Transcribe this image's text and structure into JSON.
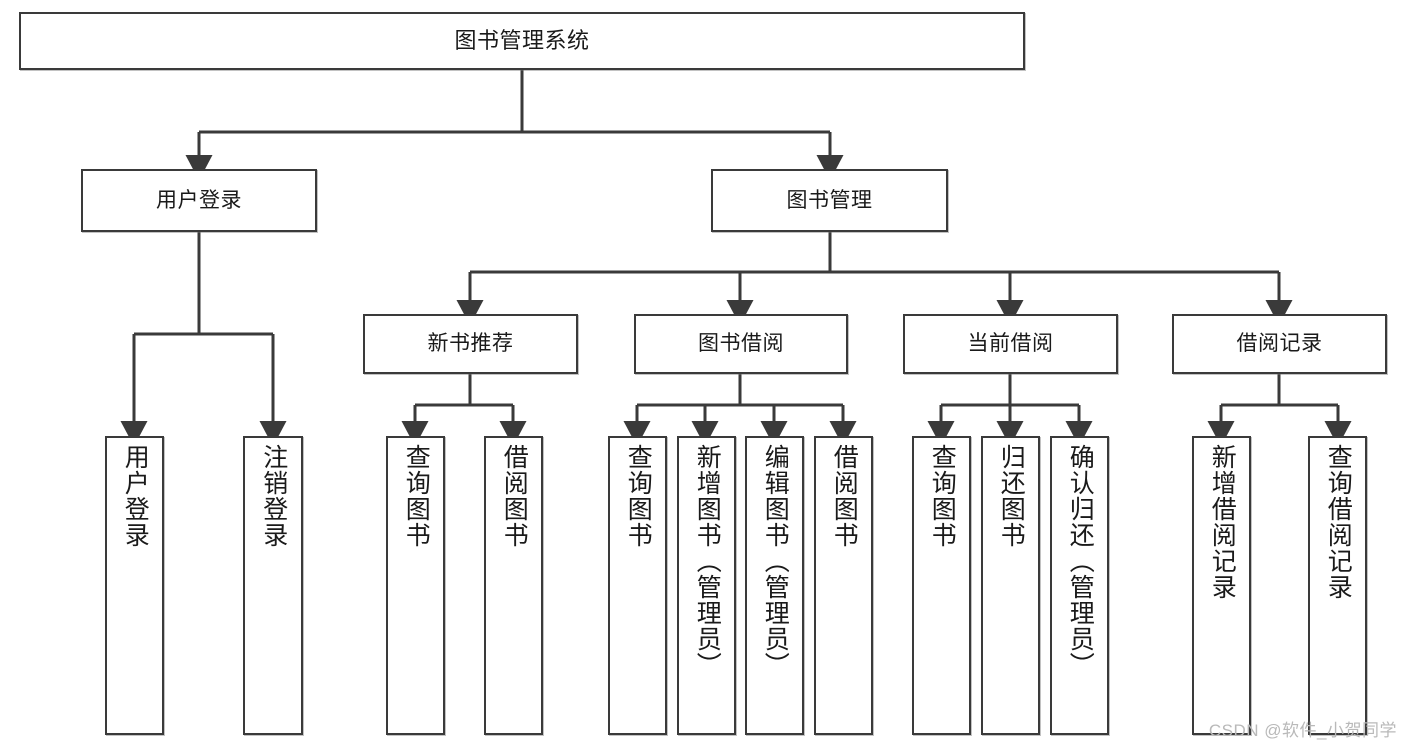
{
  "diagram": {
    "title": "图书管理系统",
    "type": "tree",
    "root": {
      "label": "图书管理系统"
    },
    "level2": [
      {
        "id": "user-login",
        "label": "用户登录"
      },
      {
        "id": "book-manage",
        "label": "图书管理"
      }
    ],
    "level3": [
      {
        "id": "new-book-recommend",
        "label": "新书推荐",
        "parent": "book-manage"
      },
      {
        "id": "book-borrow",
        "label": "图书借阅",
        "parent": "book-manage"
      },
      {
        "id": "current-borrow",
        "label": "当前借阅",
        "parent": "book-manage"
      },
      {
        "id": "borrow-record",
        "label": "借阅记录",
        "parent": "book-manage"
      }
    ],
    "leaves": [
      {
        "id": "leaf-user-login",
        "label": "用户登录",
        "parent": "user-login"
      },
      {
        "id": "leaf-user-logout",
        "label": "注销登录",
        "parent": "user-login"
      },
      {
        "id": "leaf-query-book-1",
        "label": "查询图书",
        "parent": "new-book-recommend"
      },
      {
        "id": "leaf-borrow-book-1",
        "label": "借阅图书",
        "parent": "new-book-recommend"
      },
      {
        "id": "leaf-query-book-2",
        "label": "查询图书",
        "parent": "book-borrow"
      },
      {
        "id": "leaf-add-book",
        "label": "新增图书（管理员）",
        "parent": "book-borrow"
      },
      {
        "id": "leaf-edit-book",
        "label": "编辑图书（管理员）",
        "parent": "book-borrow"
      },
      {
        "id": "leaf-borrow-book-2",
        "label": "借阅图书",
        "parent": "book-borrow"
      },
      {
        "id": "leaf-query-book-3",
        "label": "查询图书",
        "parent": "current-borrow"
      },
      {
        "id": "leaf-return-book",
        "label": "归还图书",
        "parent": "current-borrow"
      },
      {
        "id": "leaf-confirm-return",
        "label": "确认归还（管理员）",
        "parent": "current-borrow"
      },
      {
        "id": "leaf-add-record",
        "label": "新增借阅记录",
        "parent": "borrow-record"
      },
      {
        "id": "leaf-query-record",
        "label": "查询借阅记录",
        "parent": "borrow-record"
      }
    ],
    "watermark": "CSDN @软件_小贺同学",
    "colors": {
      "stroke": "#3a3a3a",
      "fill": "#ffffff",
      "text": "#1a1a1a",
      "watermark": "#b9b9b9"
    }
  }
}
